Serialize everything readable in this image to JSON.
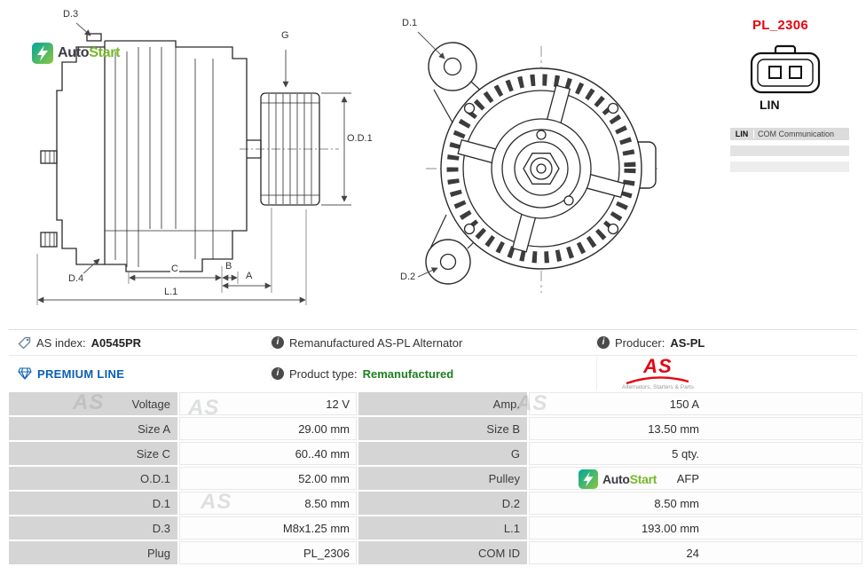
{
  "brand": {
    "auto": "Auto",
    "start": "Start",
    "short": "AS",
    "icon": "lightning-bolt",
    "teal": "#00a79d",
    "green": "#8dc63f"
  },
  "top_right": {
    "plug_code": "PL_2306",
    "connector_name": "LIN",
    "comm": {
      "pin": "LIN",
      "desc": "COM Communication"
    }
  },
  "diagram": {
    "side": {
      "d3": "D.3",
      "g": "G",
      "od1": "O.D.1",
      "d4": "D.4",
      "c": "C",
      "b": "B",
      "a": "A",
      "l1": "L.1"
    },
    "front": {
      "d1": "D.1",
      "d2": "D.2"
    }
  },
  "info": {
    "as_index_label": "AS index:",
    "as_index_value": "A0545PR",
    "description": "Remanufactured AS-PL Alternator",
    "producer_label": "Producer:",
    "producer_value": "AS-PL",
    "premium_line": "PREMIUM LINE",
    "product_type_label": "Product type:",
    "product_type_value": "Remanufactured",
    "aspl_logo_text": "AS",
    "aspl_caption": "Alternators, Starters & Parts"
  },
  "colors": {
    "aspl_red": "#e30613",
    "premium_blue": "#0b5fb5",
    "product_green": "#1e8020",
    "label_cell_bg": "#d5d5d5"
  },
  "spec_table": {
    "rows": [
      {
        "l1": "Voltage",
        "v1": "12 V",
        "l2": "Amp.",
        "v2": "150 A"
      },
      {
        "l1": "Size A",
        "v1": "29.00 mm",
        "l2": "Size B",
        "v2": "13.50 mm"
      },
      {
        "l1": "Size C",
        "v1": "60..40 mm",
        "l2": "G",
        "v2": "5 qty."
      },
      {
        "l1": "O.D.1",
        "v1": "52.00 mm",
        "l2": "Pulley",
        "v2": "AFP"
      },
      {
        "l1": "D.1",
        "v1": "8.50 mm",
        "l2": "D.2",
        "v2": "8.50 mm"
      },
      {
        "l1": "D.3",
        "v1": "M8x1.25 mm",
        "l2": "L.1",
        "v2": "193.00 mm"
      },
      {
        "l1": "Plug",
        "v1": "PL_2306",
        "l2": "COM ID",
        "v2": "24"
      }
    ]
  }
}
